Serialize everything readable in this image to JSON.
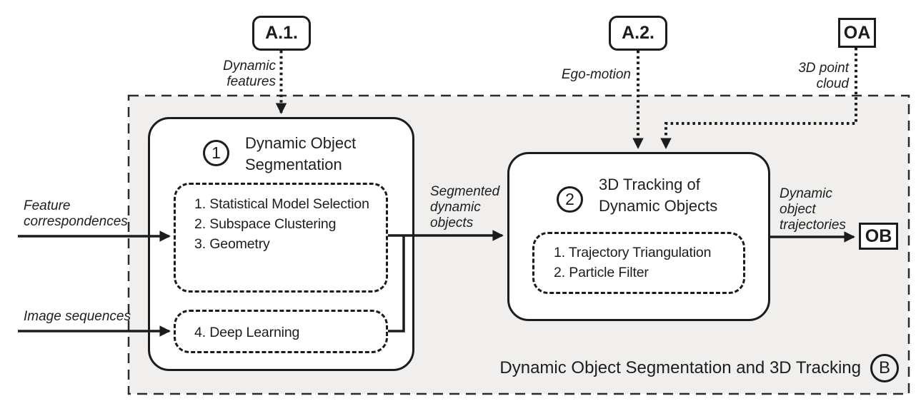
{
  "figure": {
    "ink_color": "#1c1c1c",
    "region_fill": "#f0efed"
  },
  "nodes": {
    "a1": {
      "label": "A.1."
    },
    "a2": {
      "label": "A.2."
    },
    "oa": {
      "label": "OA"
    },
    "ob": {
      "label": "OB"
    }
  },
  "flow_labels": {
    "dynamic_features": "Dynamic\nfeatures",
    "ego_motion": "Ego-motion",
    "point_cloud": "3D point\ncloud",
    "feature_correspondences": "Feature\ncorrespondences",
    "image_sequences": "Image sequences",
    "segmented_objects": "Segmented\ndynamic\nobjects",
    "object_trajectories": "Dynamic\nobject\ntrajectories"
  },
  "module1": {
    "number": "1",
    "title": "Dynamic Object Segmentation",
    "methods": [
      "1. Statistical Model Selection",
      "2. Subspace Clustering",
      "3. Geometry"
    ],
    "extra_method": "4. Deep Learning"
  },
  "module2": {
    "number": "2",
    "title": "3D Tracking of Dynamic Objects",
    "methods": [
      "1. Trajectory Triangulation",
      "2. Particle Filter"
    ]
  },
  "caption": {
    "text": "Dynamic Object Segmentation and 3D Tracking",
    "badge": "B"
  }
}
